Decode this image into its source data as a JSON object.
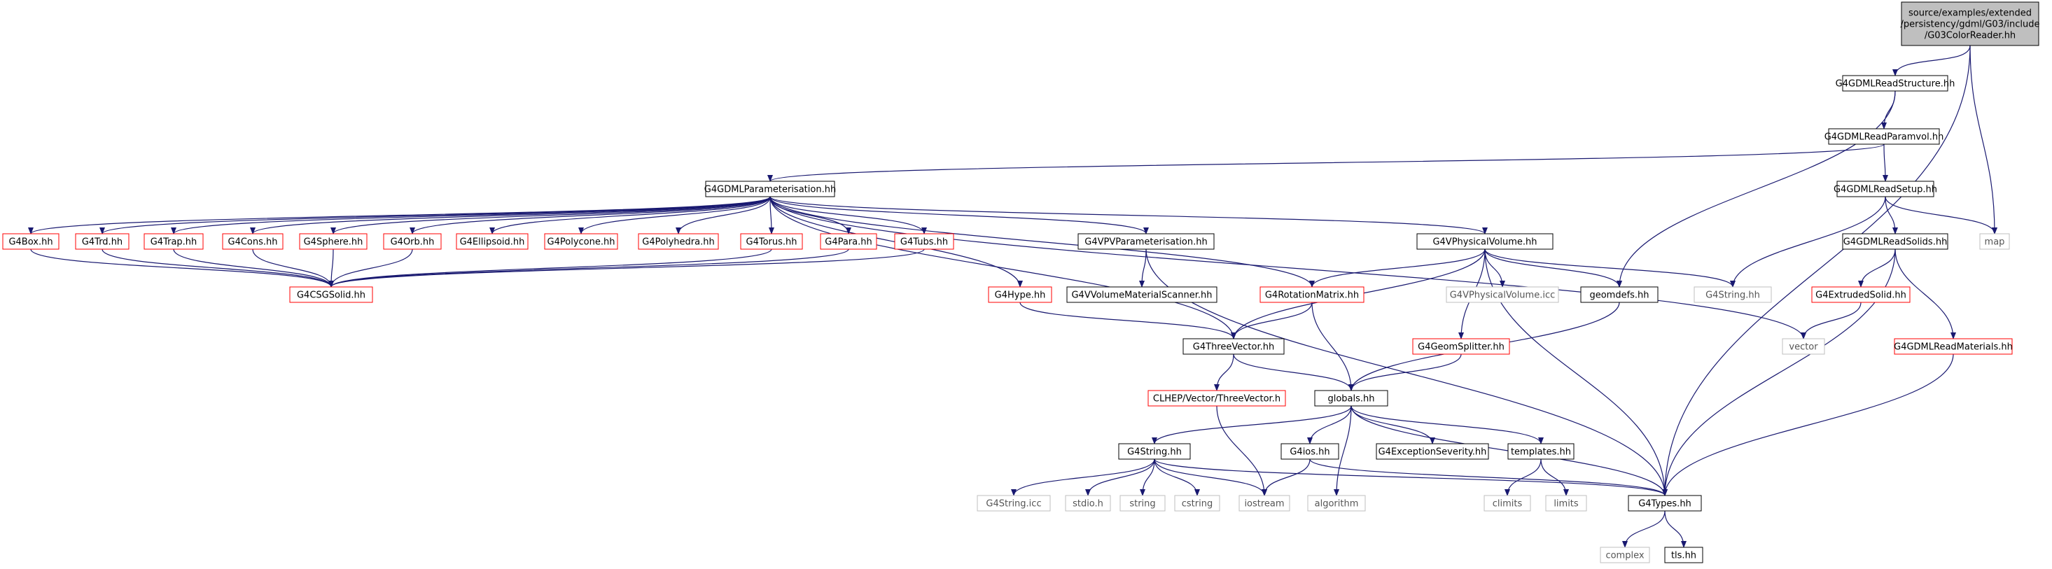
{
  "colors": {
    "edge": "#191970",
    "border_black": "#000000",
    "border_red": "#ff0000",
    "border_gray": "#bfbfbf",
    "fill_root": "#bfbfbf",
    "fill_default": "#ffffff",
    "text": "#000000"
  },
  "nodes": [
    {
      "id": "root",
      "label": "source/examples/extended\n/persistency/gdml/G03/include\n/G03ColorReader.hh",
      "kind": "root"
    },
    {
      "id": "readstructure",
      "label": "G4GDMLReadStructure.hh",
      "kind": "black"
    },
    {
      "id": "readparamvol",
      "label": "G4GDMLReadParamvol.hh",
      "kind": "black"
    },
    {
      "id": "readsetup",
      "label": "G4GDMLReadSetup.hh",
      "kind": "black"
    },
    {
      "id": "readsolids",
      "label": "G4GDMLReadSolids.hh",
      "kind": "black"
    },
    {
      "id": "map",
      "label": "map",
      "kind": "gray"
    },
    {
      "id": "param",
      "label": "G4GDMLParameterisation.hh",
      "kind": "black"
    },
    {
      "id": "box",
      "label": "G4Box.hh",
      "kind": "red"
    },
    {
      "id": "trd",
      "label": "G4Trd.hh",
      "kind": "red"
    },
    {
      "id": "trap",
      "label": "G4Trap.hh",
      "kind": "red"
    },
    {
      "id": "cons",
      "label": "G4Cons.hh",
      "kind": "red"
    },
    {
      "id": "sphere",
      "label": "G4Sphere.hh",
      "kind": "red"
    },
    {
      "id": "orb",
      "label": "G4Orb.hh",
      "kind": "red"
    },
    {
      "id": "ellipsoid",
      "label": "G4Ellipsoid.hh",
      "kind": "red"
    },
    {
      "id": "polycone",
      "label": "G4Polycone.hh",
      "kind": "red"
    },
    {
      "id": "polyhedra",
      "label": "G4Polyhedra.hh",
      "kind": "red"
    },
    {
      "id": "torus",
      "label": "G4Torus.hh",
      "kind": "red"
    },
    {
      "id": "para",
      "label": "G4Para.hh",
      "kind": "red"
    },
    {
      "id": "tubs",
      "label": "G4Tubs.hh",
      "kind": "red"
    },
    {
      "id": "vpvparam",
      "label": "G4VPVParameterisation.hh",
      "kind": "black"
    },
    {
      "id": "vphys",
      "label": "G4VPhysicalVolume.hh",
      "kind": "black"
    },
    {
      "id": "csgsolid",
      "label": "G4CSGSolid.hh",
      "kind": "red"
    },
    {
      "id": "hype",
      "label": "G4Hype.hh",
      "kind": "red"
    },
    {
      "id": "vvolscanner",
      "label": "G4VVolumeMaterialScanner.hh",
      "kind": "black"
    },
    {
      "id": "rotmatrix",
      "label": "G4RotationMatrix.hh",
      "kind": "red"
    },
    {
      "id": "vphysicc",
      "label": "G4VPhysicalVolume.icc",
      "kind": "gray"
    },
    {
      "id": "geomdefs",
      "label": "geomdefs.hh",
      "kind": "black"
    },
    {
      "id": "stringhh_gray",
      "label": "G4String.hh",
      "kind": "gray"
    },
    {
      "id": "extruded",
      "label": "G4ExtrudedSolid.hh",
      "kind": "red"
    },
    {
      "id": "vector",
      "label": "vector",
      "kind": "gray"
    },
    {
      "id": "threevector",
      "label": "G4ThreeVector.hh",
      "kind": "black"
    },
    {
      "id": "geomsplitter",
      "label": "G4GeomSplitter.hh",
      "kind": "red"
    },
    {
      "id": "readmaterials",
      "label": "G4GDMLReadMaterials.hh",
      "kind": "red"
    },
    {
      "id": "clhepthree",
      "label": "CLHEP/Vector/ThreeVector.h",
      "kind": "red"
    },
    {
      "id": "globals",
      "label": "globals.hh",
      "kind": "black"
    },
    {
      "id": "g4string",
      "label": "G4String.hh",
      "kind": "black"
    },
    {
      "id": "g4ios",
      "label": "G4ios.hh",
      "kind": "black"
    },
    {
      "id": "algorithm",
      "label": "algorithm",
      "kind": "gray"
    },
    {
      "id": "exceptsev",
      "label": "G4ExceptionSeverity.hh",
      "kind": "black"
    },
    {
      "id": "templates",
      "label": "templates.hh",
      "kind": "black"
    },
    {
      "id": "stringicc",
      "label": "G4String.icc",
      "kind": "gray"
    },
    {
      "id": "stdio",
      "label": "stdio.h",
      "kind": "gray"
    },
    {
      "id": "string",
      "label": "string",
      "kind": "gray"
    },
    {
      "id": "cstring",
      "label": "cstring",
      "kind": "gray"
    },
    {
      "id": "iostream",
      "label": "iostream",
      "kind": "gray"
    },
    {
      "id": "climits",
      "label": "climits",
      "kind": "gray"
    },
    {
      "id": "limits",
      "label": "limits",
      "kind": "gray"
    },
    {
      "id": "types",
      "label": "G4Types.hh",
      "kind": "black"
    },
    {
      "id": "complex",
      "label": "complex",
      "kind": "gray"
    },
    {
      "id": "tls",
      "label": "tls.hh",
      "kind": "black"
    }
  ],
  "edges": [
    [
      "root",
      "readstructure"
    ],
    [
      "root",
      "map"
    ],
    [
      "root",
      "types"
    ],
    [
      "readstructure",
      "readparamvol"
    ],
    [
      "readstructure",
      "geomdefs"
    ],
    [
      "readparamvol",
      "readsetup"
    ],
    [
      "readparamvol",
      "param"
    ],
    [
      "readsetup",
      "readsolids"
    ],
    [
      "readsetup",
      "map"
    ],
    [
      "readsetup",
      "stringhh_gray"
    ],
    [
      "readsolids",
      "extruded"
    ],
    [
      "readsolids",
      "readmaterials"
    ],
    [
      "readsolids",
      "types"
    ],
    [
      "extruded",
      "vector"
    ],
    [
      "readmaterials",
      "types"
    ],
    [
      "param",
      "box"
    ],
    [
      "param",
      "trd"
    ],
    [
      "param",
      "trap"
    ],
    [
      "param",
      "cons"
    ],
    [
      "param",
      "sphere"
    ],
    [
      "param",
      "orb"
    ],
    [
      "param",
      "ellipsoid"
    ],
    [
      "param",
      "polycone"
    ],
    [
      "param",
      "polyhedra"
    ],
    [
      "param",
      "torus"
    ],
    [
      "param",
      "para"
    ],
    [
      "param",
      "tubs"
    ],
    [
      "param",
      "hype"
    ],
    [
      "param",
      "vpvparam"
    ],
    [
      "param",
      "vphys"
    ],
    [
      "param",
      "rotmatrix"
    ],
    [
      "param",
      "threevector"
    ],
    [
      "param",
      "vector"
    ],
    [
      "box",
      "csgsolid"
    ],
    [
      "trd",
      "csgsolid"
    ],
    [
      "trap",
      "csgsolid"
    ],
    [
      "cons",
      "csgsolid"
    ],
    [
      "sphere",
      "csgsolid"
    ],
    [
      "orb",
      "csgsolid"
    ],
    [
      "torus",
      "csgsolid"
    ],
    [
      "para",
      "csgsolid"
    ],
    [
      "tubs",
      "csgsolid"
    ],
    [
      "hype",
      "threevector"
    ],
    [
      "vpvparam",
      "vvolscanner"
    ],
    [
      "vpvparam",
      "types"
    ],
    [
      "vphys",
      "threevector"
    ],
    [
      "vphys",
      "rotmatrix"
    ],
    [
      "vphys",
      "geomsplitter"
    ],
    [
      "vphys",
      "vphysicc"
    ],
    [
      "vphys",
      "geomdefs"
    ],
    [
      "vphys",
      "stringhh_gray"
    ],
    [
      "vphys",
      "types"
    ],
    [
      "rotmatrix",
      "threevector"
    ],
    [
      "rotmatrix",
      "globals"
    ],
    [
      "geomdefs",
      "globals"
    ],
    [
      "threevector",
      "clhepthree"
    ],
    [
      "threevector",
      "globals"
    ],
    [
      "geomsplitter",
      "globals"
    ],
    [
      "clhepthree",
      "iostream"
    ],
    [
      "globals",
      "g4string"
    ],
    [
      "globals",
      "g4ios"
    ],
    [
      "globals",
      "algorithm"
    ],
    [
      "globals",
      "exceptsev"
    ],
    [
      "globals",
      "templates"
    ],
    [
      "globals",
      "types"
    ],
    [
      "g4string",
      "stringicc"
    ],
    [
      "g4string",
      "stdio"
    ],
    [
      "g4string",
      "string"
    ],
    [
      "g4string",
      "cstring"
    ],
    [
      "g4string",
      "iostream"
    ],
    [
      "g4string",
      "types"
    ],
    [
      "g4ios",
      "iostream"
    ],
    [
      "g4ios",
      "types"
    ],
    [
      "templates",
      "climits"
    ],
    [
      "templates",
      "limits"
    ],
    [
      "types",
      "complex"
    ],
    [
      "types",
      "tls"
    ]
  ]
}
